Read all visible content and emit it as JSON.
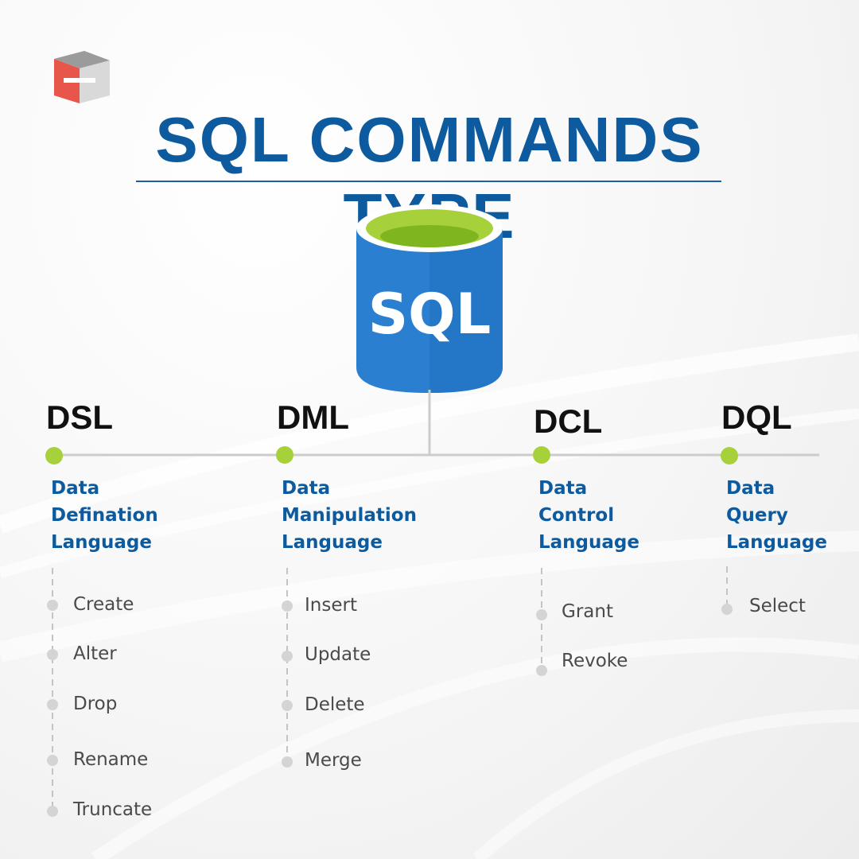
{
  "title": "SQL COMMANDS TYPE",
  "db_label": "SQL",
  "colors": {
    "title_blue": "#0d5b9e",
    "db_blue": "#2a7fd0",
    "db_rim_green": "#a7d13a",
    "node_green": "#a7d13a",
    "line_gray": "#cccccc",
    "logo_red": "#e8554a"
  },
  "categories": [
    {
      "abbr": "DSL",
      "full": [
        "Data",
        "Defination",
        "Language"
      ],
      "commands": [
        "Create",
        "Alter",
        "Drop",
        "Rename",
        "Truncate"
      ]
    },
    {
      "abbr": "DML",
      "full": [
        "Data",
        "Manipulation",
        "Language"
      ],
      "commands": [
        "Insert",
        "Update",
        "Delete",
        "Merge"
      ]
    },
    {
      "abbr": "DCL",
      "full": [
        "Data",
        "Control",
        "Language"
      ],
      "commands": [
        "Grant",
        "Revoke"
      ]
    },
    {
      "abbr": "DQL",
      "full": [
        "Data",
        "Query",
        "Language"
      ],
      "commands": [
        "Select"
      ]
    }
  ]
}
